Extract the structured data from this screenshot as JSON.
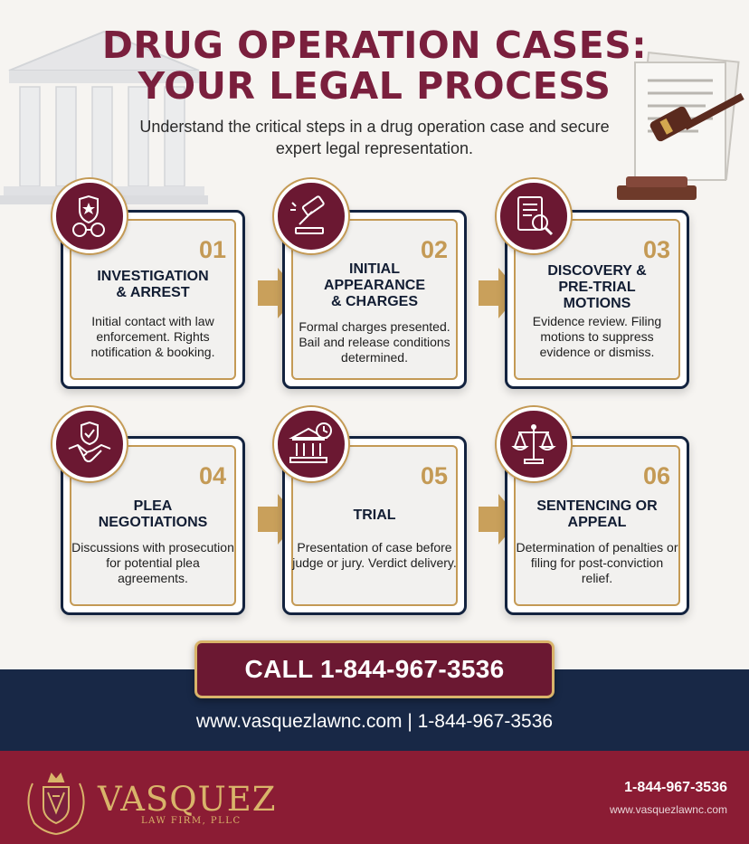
{
  "header": {
    "title": "DRUG OPERATION CASES: YOUR LEGAL PROCESS",
    "subtitle": "Understand the critical steps in a drug operation case and secure expert legal representation."
  },
  "steps": [
    {
      "number": "01",
      "title": "INVESTIGATION\n& ARREST",
      "description": "Initial contact with law enforcement. Rights notification & booking.",
      "icon": "police-badge-handcuffs-icon"
    },
    {
      "number": "02",
      "title": "INITIAL\nAPPEARANCE\n& CHARGES",
      "description": "Formal charges presented. Bail and release conditions determined.",
      "icon": "gavel-icon"
    },
    {
      "number": "03",
      "title": "DISCOVERY &\nPRE-TRIAL\nMOTIONS",
      "description": "Evidence review. Filing motions to suppress evidence or dismiss.",
      "icon": "document-magnifier-icon"
    },
    {
      "number": "04",
      "title": "PLEA\nNEGOTIATIONS",
      "description": "Discussions with prosecution for potential plea agreements.",
      "icon": "handshake-shield-icon"
    },
    {
      "number": "05",
      "title": "TRIAL",
      "description": "Presentation of case before judge or jury. Verdict delivery.",
      "icon": "courthouse-clock-icon"
    },
    {
      "number": "06",
      "title": "SENTENCING OR\nAPPEAL",
      "description": "Determination of penalties or filing for post-conviction relief.",
      "icon": "scales-of-justice-icon"
    }
  ],
  "cta": {
    "call_label": "CALL 1-844-967-3536",
    "website_line": "www.vasquezlawnc.com | 1-844-967-3536"
  },
  "footer": {
    "brand_name": "VASQUEZ",
    "brand_tagline": "LAW FIRM, PLLC",
    "phone": "1-844-967-3536",
    "website": "www.vasquezlawnc.com"
  },
  "colors": {
    "maroon": "#6b1832",
    "navy": "#182846",
    "gold": "#c49a55",
    "footer_red": "#8b1c34"
  }
}
